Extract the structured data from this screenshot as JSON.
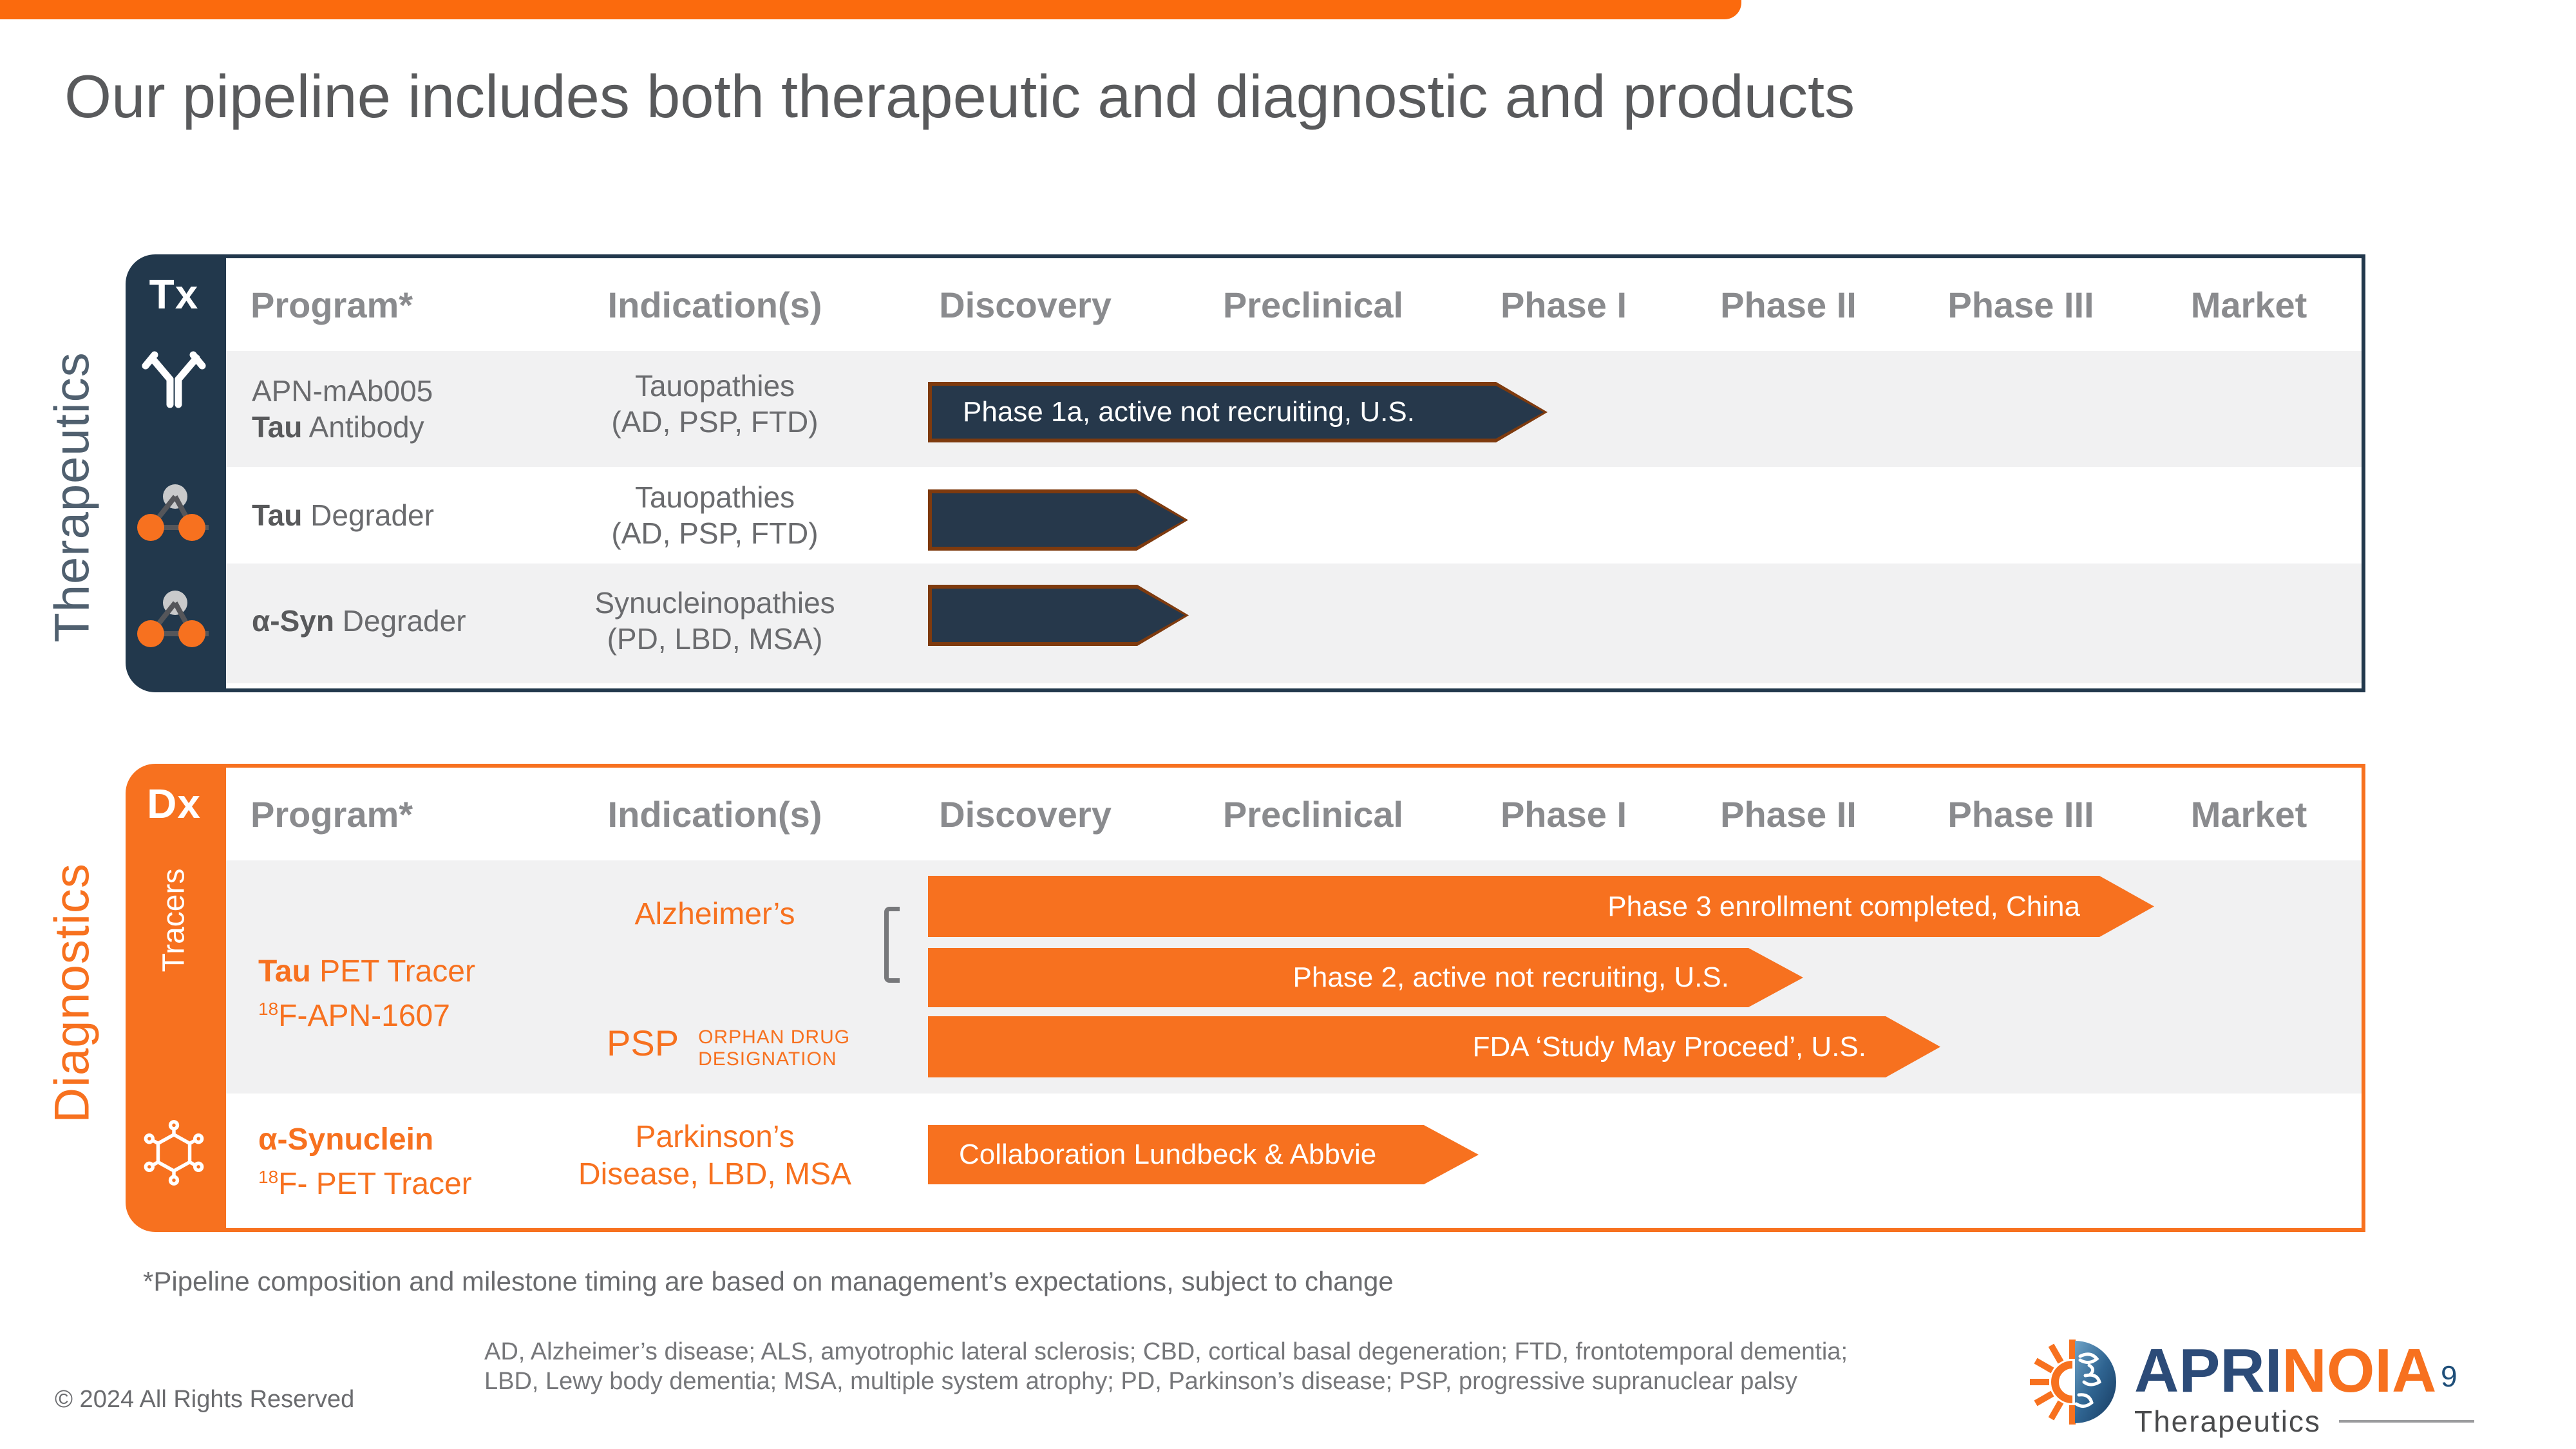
{
  "slide": {
    "title": "Our pipeline includes both therapeutic and diagnostic and products"
  },
  "columns": [
    "Program*",
    "Indication(s)",
    "Discovery",
    "Preclinical",
    "Phase I",
    "Phase II",
    "Phase III",
    "Market"
  ],
  "tx": {
    "vertical_label": "Therapeutics",
    "badge": "Tx",
    "rows": [
      {
        "program_line1": "APN-mAb005",
        "program_bold": "Tau",
        "program_rest": " Antibody",
        "indication_line1": "Tauopathies",
        "indication_line2": "(AD, PSP, FTD)",
        "arrow": "Phase 1a, active not recruiting, U.S."
      },
      {
        "program_bold": "Tau",
        "program_rest": " Degrader",
        "indication_line1": "Tauopathies",
        "indication_line2": "(AD, PSP, FTD)"
      },
      {
        "program_bold": "α-Syn",
        "program_rest": " Degrader",
        "indication_line1": "Synucleinopathies",
        "indication_line2": "(PD, LBD, MSA)"
      }
    ]
  },
  "dx": {
    "vertical_label": "Diagnostics",
    "badge": "Dx",
    "tracers_label": "Tracers",
    "row1": {
      "program_bold": "Tau",
      "program_rest": " PET Tracer",
      "isotope": "18",
      "program_line2": "F-APN-1607",
      "indication": "Alzheimer’s",
      "psp": "PSP",
      "psp_note_line1": "ORPHAN DRUG",
      "psp_note_line2": "DESIGNATION",
      "arrow_phase3": "Phase 3 enrollment completed,  China",
      "arrow_phase2": "Phase 2, active not recruiting, U.S.",
      "arrow_fda": "FDA ‘Study May Proceed’, U.S."
    },
    "row2": {
      "program_bold": "α-Synuclein",
      "isotope": "18",
      "program_line2": "F- PET Tracer",
      "indication_line1": "Parkinson’s",
      "indication_line2": "Disease, LBD, MSA",
      "arrow": "Collaboration Lundbeck & Abbvie"
    }
  },
  "footer": {
    "footnote": "*Pipeline composition and milestone timing are based on management’s expectations, subject to change",
    "abbreviations": "AD, Alzheimer’s disease; ALS, amyotrophic lateral sclerosis; CBD, cortical basal degeneration; FTD, frontotemporal dementia; LBD, Lewy body dementia; MSA, multiple system atrophy; PD, Parkinson’s disease; PSP, progressive supranuclear palsy",
    "copyright": "© 2024 All Rights Reserved",
    "page_number": "9"
  },
  "logo": {
    "name_primary": "APRI",
    "name_secondary": "NOIA",
    "subtitle": "Therapeutics"
  },
  "icons": {
    "tx_row_icons": [
      "antibody-icon",
      "molecule-icon",
      "molecule-icon"
    ],
    "dx_row_icon": "tracer-molecule-icon",
    "logo_icon": "sun-brain-logo-icon"
  },
  "colors": {
    "navy": "#22384C",
    "orange": "#F7711F",
    "top_bar": "#FB6A0D",
    "arrow_border": "#7E3A0E",
    "row_alt": "#F1F1F2",
    "title_gray": "#595A5C",
    "page_number_navy": "#1E4E79"
  }
}
